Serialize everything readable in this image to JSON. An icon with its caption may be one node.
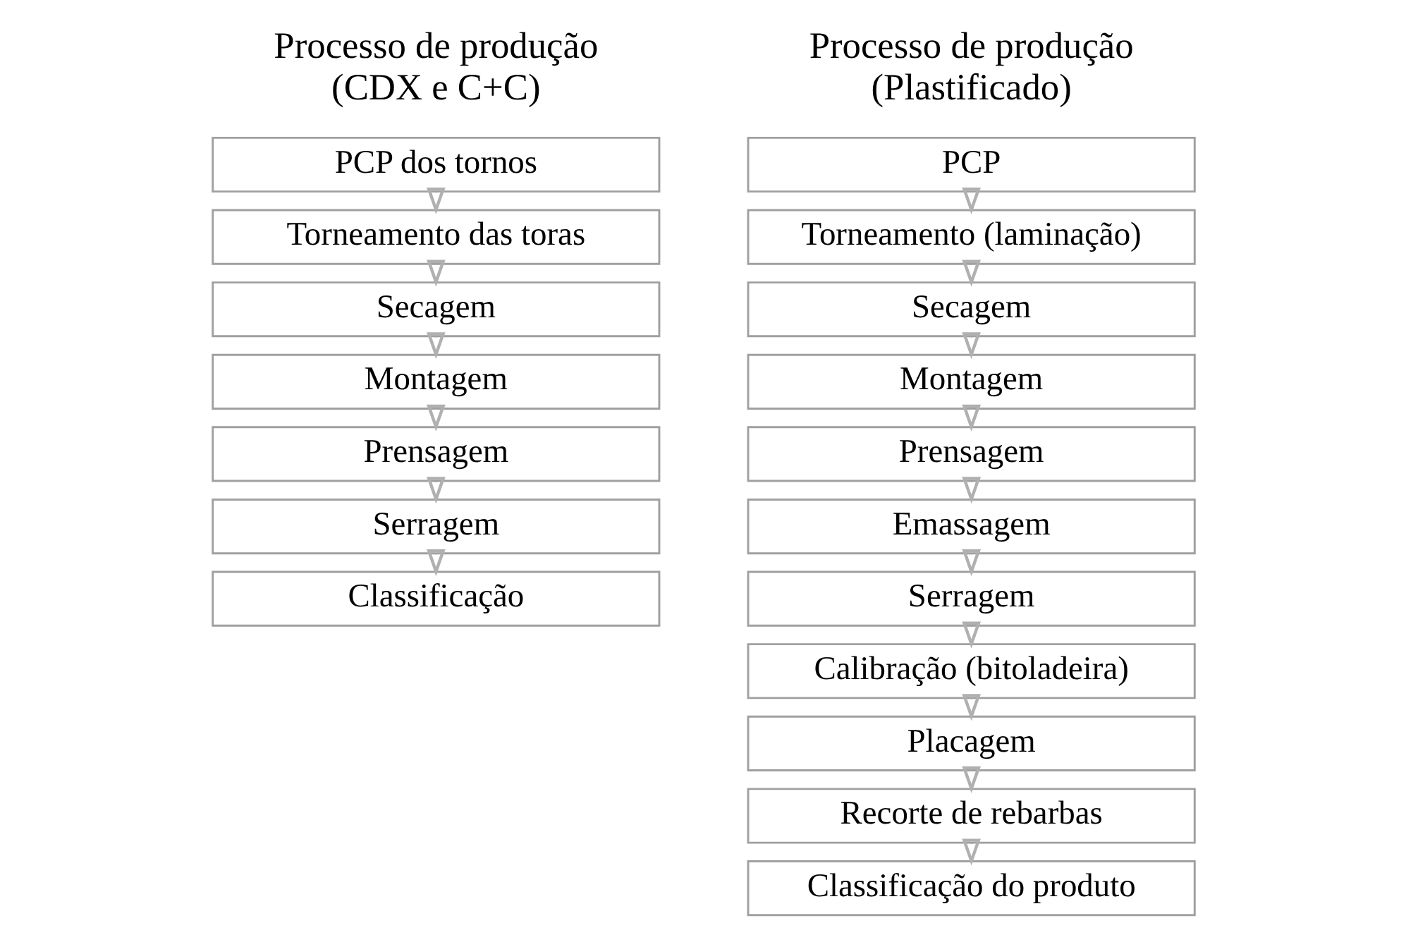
{
  "diagram": {
    "nodes": [
      {
        "text": [
          "PCP dos tornos"
        ]
      },
      {
        "text": [
          "Torneamento das toras"
        ]
      },
      {
        "text": [
          "Secagem"
        ]
      },
      {
        "text": [
          "Montagem"
        ]
      },
      {
        "text": [
          "Prensagem"
        ]
      },
      {
        "text": [
          "Serragem"
        ]
      },
      {
        "text": [
          "Classificação"
        ]
      },
      {
        "text": [
          "PCP"
        ]
      },
      {
        "text": [
          "Torneamento (laminação)"
        ]
      },
      {
        "text": [
          "Secagem"
        ]
      },
      {
        "text": [
          "Montagem"
        ]
      },
      {
        "text": [
          "Prensagem"
        ]
      },
      {
        "text": [
          "Emassagem"
        ]
      },
      {
        "text": [
          "Serragem"
        ]
      },
      {
        "text": [
          "Calibração (bitoladeira)"
        ]
      },
      {
        "text": [
          "Placagem"
        ]
      },
      {
        "text": [
          "Recorte de rebarbas"
        ]
      },
      {
        "text": [
          "Classificação do produto"
        ]
      }
    ],
    "edges": [
      {
        "from": 0,
        "to": 1,
        "arrow": "to"
      },
      {
        "from": 1,
        "to": 2,
        "arrow": "to"
      },
      {
        "from": 2,
        "to": 3,
        "arrow": "to"
      },
      {
        "from": 3,
        "to": 4,
        "arrow": "to"
      },
      {
        "from": 4,
        "to": 5,
        "arrow": "to"
      },
      {
        "from": 5,
        "to": 6,
        "arrow": "to"
      },
      {
        "from": 7,
        "to": 8,
        "arrow": "to"
      },
      {
        "from": 8,
        "to": 9,
        "arrow": "to"
      },
      {
        "from": 9,
        "to": 10,
        "arrow": "to"
      },
      {
        "from": 10,
        "to": 11,
        "arrow": "to"
      },
      {
        "from": 11,
        "to": 12,
        "arrow": "to"
      },
      {
        "from": 12,
        "to": 13,
        "arrow": "to"
      },
      {
        "from": 13,
        "to": 14,
        "arrow": "to"
      },
      {
        "from": 14,
        "to": 15,
        "arrow": "to"
      },
      {
        "from": 15,
        "to": 16,
        "arrow": "to"
      },
      {
        "from": 16,
        "to": 17,
        "arrow": "to"
      }
    ],
    "labels": [
      "Processo de produção (CDX e C+C)",
      "Processo de produção (Plastificado)"
    ]
  }
}
